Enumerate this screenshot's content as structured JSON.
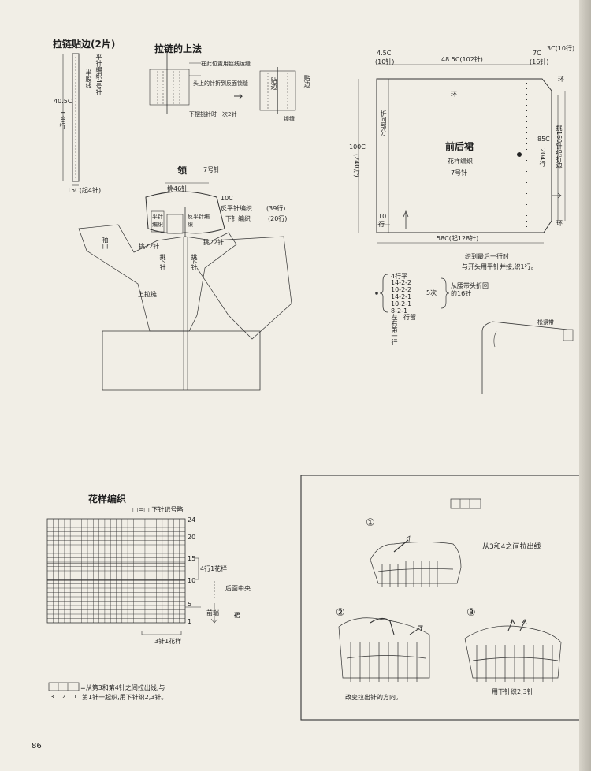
{
  "page_number": "86",
  "zipper_strip": {
    "title": "拉链贴边(2片)",
    "label_stitch": "平针编织4号针",
    "label_half": "半股线",
    "length": "40.5C",
    "rows": "130行",
    "width_start": "15C(起4针)"
  },
  "zipper_method": {
    "title": "拉链的上法",
    "note_1": "在此位置用丝线运缝",
    "note_2": "头上的针折到反面锁缝",
    "note_3": "下摆挑针时一次2针",
    "label_strip": "贴边",
    "label_strip2": "贴边",
    "label_seam": "锁缝"
  },
  "collar": {
    "title": "领",
    "needle": "7号针",
    "pick_46": "挑46针",
    "size_10c": "10C",
    "reverse_stitch": "反平针编织",
    "rows_39": "(39行)",
    "under_stitch": "下针编织",
    "rows_20": "(20行)",
    "flat_stitch": "平针编织",
    "reverse_short": "反平针编织",
    "pick_22_left": "挑22针",
    "pick_22_right": "挑22针",
    "pick_4_left": "挑4针",
    "pick_4_right": "挑4针",
    "sleeve_tip": "袖口",
    "zipper_label": "上拉链"
  },
  "skirt": {
    "title": "前后裙",
    "pattern": "花样编织",
    "needle": "7号针",
    "top_left_cm": "4.5C",
    "top_left_rows": "(10针)",
    "top_mid": "48.5C(102针)",
    "top_right_7c": "7C",
    "top_right_16": "(16针)",
    "corner": "3C(10行)",
    "ring_top": "环",
    "ring_right": "环",
    "ring_bottom": "环",
    "fold": "折回部分",
    "height": "100C",
    "height_rows": "(240行)",
    "bottom_rows": "10行",
    "bottom": "58C(起128针)",
    "right_85": "85C",
    "right_204": "204行",
    "right_pick": "挑160针织折边",
    "note_1": "织到最后一行时",
    "note_2": "与开头用平针并接,织1行。",
    "waist": "松紧带"
  },
  "decrease": {
    "rows_top": "4行平",
    "rows": [
      "14-2-2",
      "10-2-2",
      "14-2-1",
      "10-2-1",
      "8-2-1"
    ],
    "times": "5次",
    "note": "从腰带头折回的16针",
    "side": "左右第一行",
    "side2": "行留"
  },
  "pattern_chart": {
    "title": "花样编织",
    "legend": "□=□ 下针记号略",
    "row_labels": [
      "24",
      "20",
      "15",
      "10",
      "5",
      "1"
    ],
    "bracket_4rows": "4行1花样",
    "back_center": "后面中央",
    "front_center": "前端",
    "side": "裙",
    "bottom": "3针1花样"
  },
  "bottom_note": {
    "line_1": "=从第3和第4针之间拉出线,与",
    "line_2": "第1针一起织,用下针织2,3针。",
    "nums": "3 2 1"
  },
  "stitch_box": {
    "step_1": "①",
    "step_2": "②",
    "step_3": "③",
    "note_1": "从3和4之间拉出线",
    "note_2": "改变拉出针的方向。",
    "note_3": "用下针织2,3针"
  }
}
